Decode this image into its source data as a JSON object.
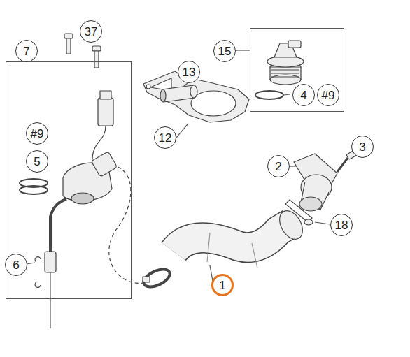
{
  "diagram": {
    "nodes": [
      {
        "text": [
          "7"
        ]
      },
      {
        "text": [
          "#9"
        ],
        "in": 0
      },
      {
        "text": [
          "5"
        ],
        "in": 0
      },
      {
        "text": [
          "6"
        ],
        "in": 0
      },
      {
        "text": [
          "37"
        ]
      },
      {
        "text": [
          "13"
        ]
      },
      {
        "text": [
          "12"
        ]
      },
      {
        "text": [
          "15"
        ]
      },
      {
        "text": [
          "4"
        ],
        "in": 7
      },
      {
        "text": [
          "#9"
        ],
        "in": 7
      },
      {
        "text": [
          "2"
        ]
      },
      {
        "text": [
          "3"
        ]
      },
      {
        "text": [
          "18"
        ]
      },
      {
        "text": [
          "1"
        ]
      }
    ]
  }
}
